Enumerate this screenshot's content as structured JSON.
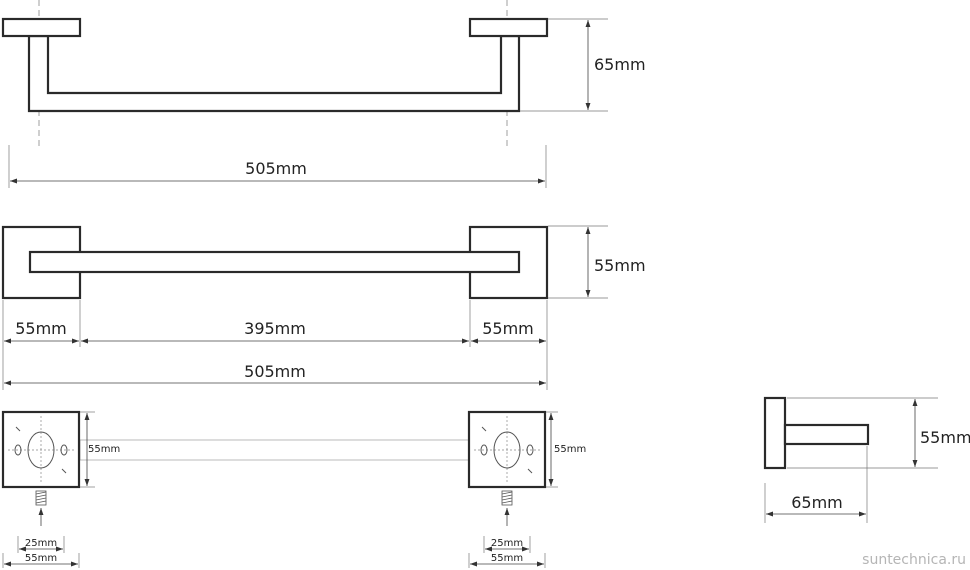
{
  "labels": {
    "front_height": "65mm",
    "front_width": "505mm",
    "top_depth": "55mm",
    "left_base": "55mm",
    "bar_length": "395mm",
    "right_base": "55mm",
    "overall_width": "505mm",
    "mount_left_height": "55mm",
    "mount_right_height": "55mm",
    "left_screw_spacing": "25mm",
    "left_plate_width": "55mm",
    "right_screw_spacing": "25mm",
    "right_plate_width": "55mm",
    "side_height": "55mm",
    "side_depth": "65mm"
  },
  "watermark": "suntechnica.ru"
}
